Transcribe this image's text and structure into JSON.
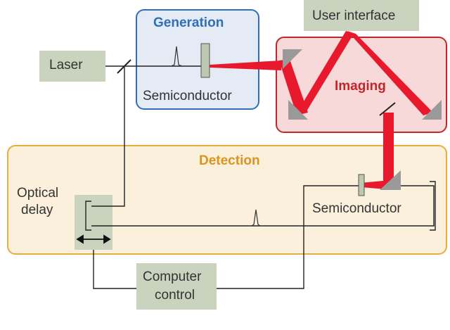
{
  "labels": {
    "laser": "Laser",
    "generation": "Generation",
    "generation_semiconductor": "Semiconductor",
    "user_interface": "User interface",
    "imaging": "Imaging",
    "detection": "Detection",
    "optical_delay_line1": "Optical",
    "optical_delay_line2": "delay",
    "detection_semiconductor": "Semiconductor",
    "computer_control_line1": "Computer",
    "computer_control_line2": "control"
  },
  "colors": {
    "generation_border": "#2f6eb8",
    "generation_fill": "#e4ebf5",
    "imaging_border": "#c0272d",
    "imaging_fill": "#f7d9d9",
    "detection_border": "#e6ae3c",
    "detection_fill": "#fbf0dc",
    "component_fill": "#c9d3bd",
    "thz_beam": "#e8192c",
    "mirror": "#9a9a9a",
    "line": "#222222"
  }
}
